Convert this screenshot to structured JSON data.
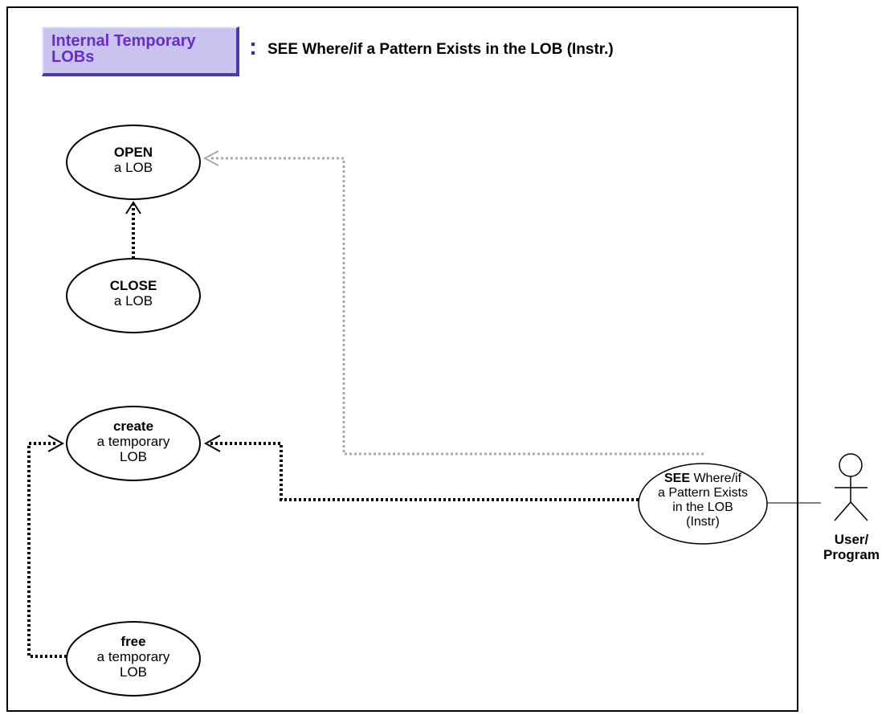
{
  "header": {
    "tag_line1": "Internal Temporary",
    "tag_line2": "LOBs",
    "separator": ":",
    "title": "SEE Where/if a Pattern Exists in the LOB (Instr.)"
  },
  "use_cases": {
    "open": {
      "bold": "OPEN",
      "rest": "a LOB"
    },
    "close": {
      "bold": "CLOSE",
      "rest": "a LOB"
    },
    "create": {
      "bold": "create",
      "rest1": "a temporary",
      "rest2": "LOB"
    },
    "free": {
      "bold": "free",
      "rest1": "a temporary",
      "rest2": "LOB"
    },
    "see": {
      "bold": "SEE",
      "rest0": " Where/if",
      "rest1": "a Pattern Exists",
      "rest2": "in the LOB",
      "rest3": "(Instr)"
    }
  },
  "actor": {
    "line1": "User/",
    "line2": "Program"
  },
  "colors": {
    "title_fill": "#c9c3f0",
    "title_text": "#6a2bc9",
    "optional_link": "#aaaaaa",
    "required_link": "#000000"
  }
}
